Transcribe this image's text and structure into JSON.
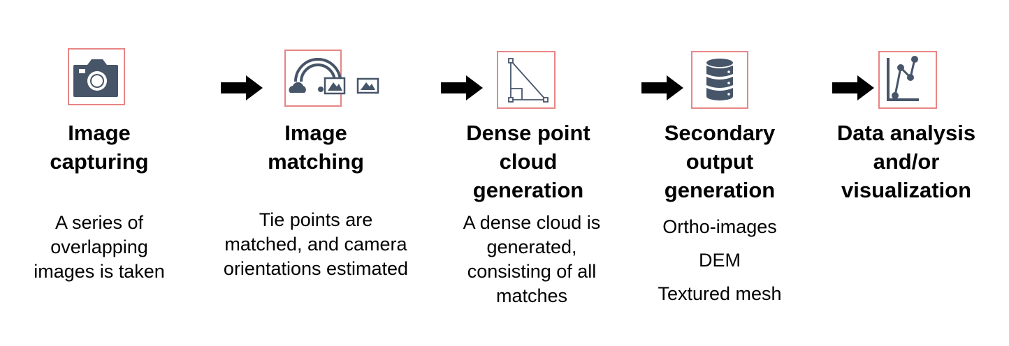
{
  "steps": [
    {
      "title": [
        "Image",
        "capturing"
      ],
      "desc": [
        "A series of",
        "overlapping",
        "images is taken"
      ],
      "icon": "camera-icon"
    },
    {
      "title": [
        "Image",
        "matching"
      ],
      "desc": [
        "Tie points are",
        "matched, and camera",
        "orientations estimated"
      ],
      "icon": "image-matching-icon"
    },
    {
      "title": [
        "Dense point",
        "cloud",
        "generation"
      ],
      "desc": [
        "A dense cloud is",
        "generated,",
        "consisting of all",
        "matches"
      ],
      "icon": "triangle-vertices-icon"
    },
    {
      "title": [
        "Secondary",
        "output",
        "generation"
      ],
      "desc": [
        "Ortho-images",
        "DEM",
        "Textured mesh"
      ],
      "icon": "database-icon"
    },
    {
      "title": [
        "Data analysis",
        "and/or",
        "visualization"
      ],
      "desc": [],
      "icon": "line-chart-icon"
    }
  ],
  "colors": {
    "icon": "#475569",
    "box_border": "#e88585",
    "arrow": "#000000"
  }
}
